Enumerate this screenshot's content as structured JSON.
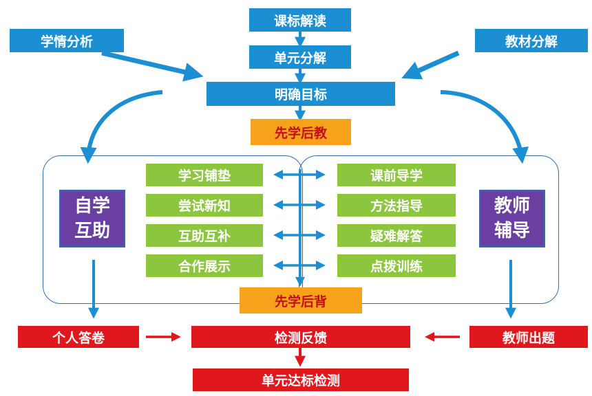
{
  "top": {
    "curriculum_interpretation": "课标解读",
    "unit_decomposition": "单元分解",
    "clear_objectives": "明确目标",
    "learning_analysis": "学情分析",
    "material_decomposition": "教材分解"
  },
  "learn_first_teach_later": "先学后教",
  "learn_first_recite_later": "先学后背",
  "left_group": {
    "title_line1": "自学",
    "title_line2": "互助",
    "items": [
      "学习铺垫",
      "尝试新知",
      "互助互补",
      "合作展示"
    ]
  },
  "right_group": {
    "title_line1": "教师",
    "title_line2": "辅导",
    "items": [
      "课前导学",
      "方法指导",
      "疑难解答",
      "点拨训练"
    ]
  },
  "bottom": {
    "individual_answer": "个人答卷",
    "test_feedback": "检测反馈",
    "teacher_questions": "教师出题",
    "unit_test": "单元达标检测"
  },
  "colors": {
    "blue": "#1b8fd1",
    "orange": "#f7a21b",
    "orange_text": "#c0111a",
    "green": "#8cc63f",
    "purple": "#6a3fa2",
    "red": "#e1171e",
    "outline": "#2e6eb0"
  }
}
